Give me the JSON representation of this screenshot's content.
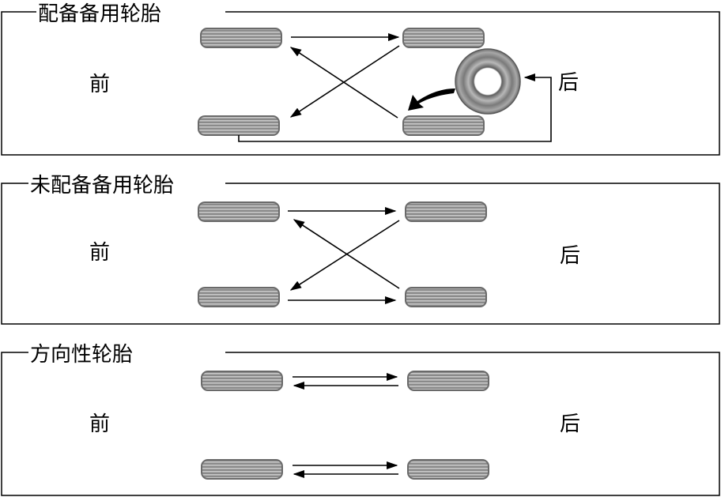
{
  "colors": {
    "tire_fill": "#8a8a8a",
    "tire_stripe": "#c8c8c8",
    "spare_outer": "#6f6f6f",
    "spare_mid": "#a3a3a3",
    "line": "#000000"
  },
  "panels": [
    {
      "title": "配备备用轮胎",
      "front_label": "前",
      "rear_label": "后"
    },
    {
      "title": "未配备备用轮胎",
      "front_label": "前",
      "rear_label": "后"
    },
    {
      "title": "方向性轮胎",
      "front_label": "前",
      "rear_label": "后"
    }
  ]
}
